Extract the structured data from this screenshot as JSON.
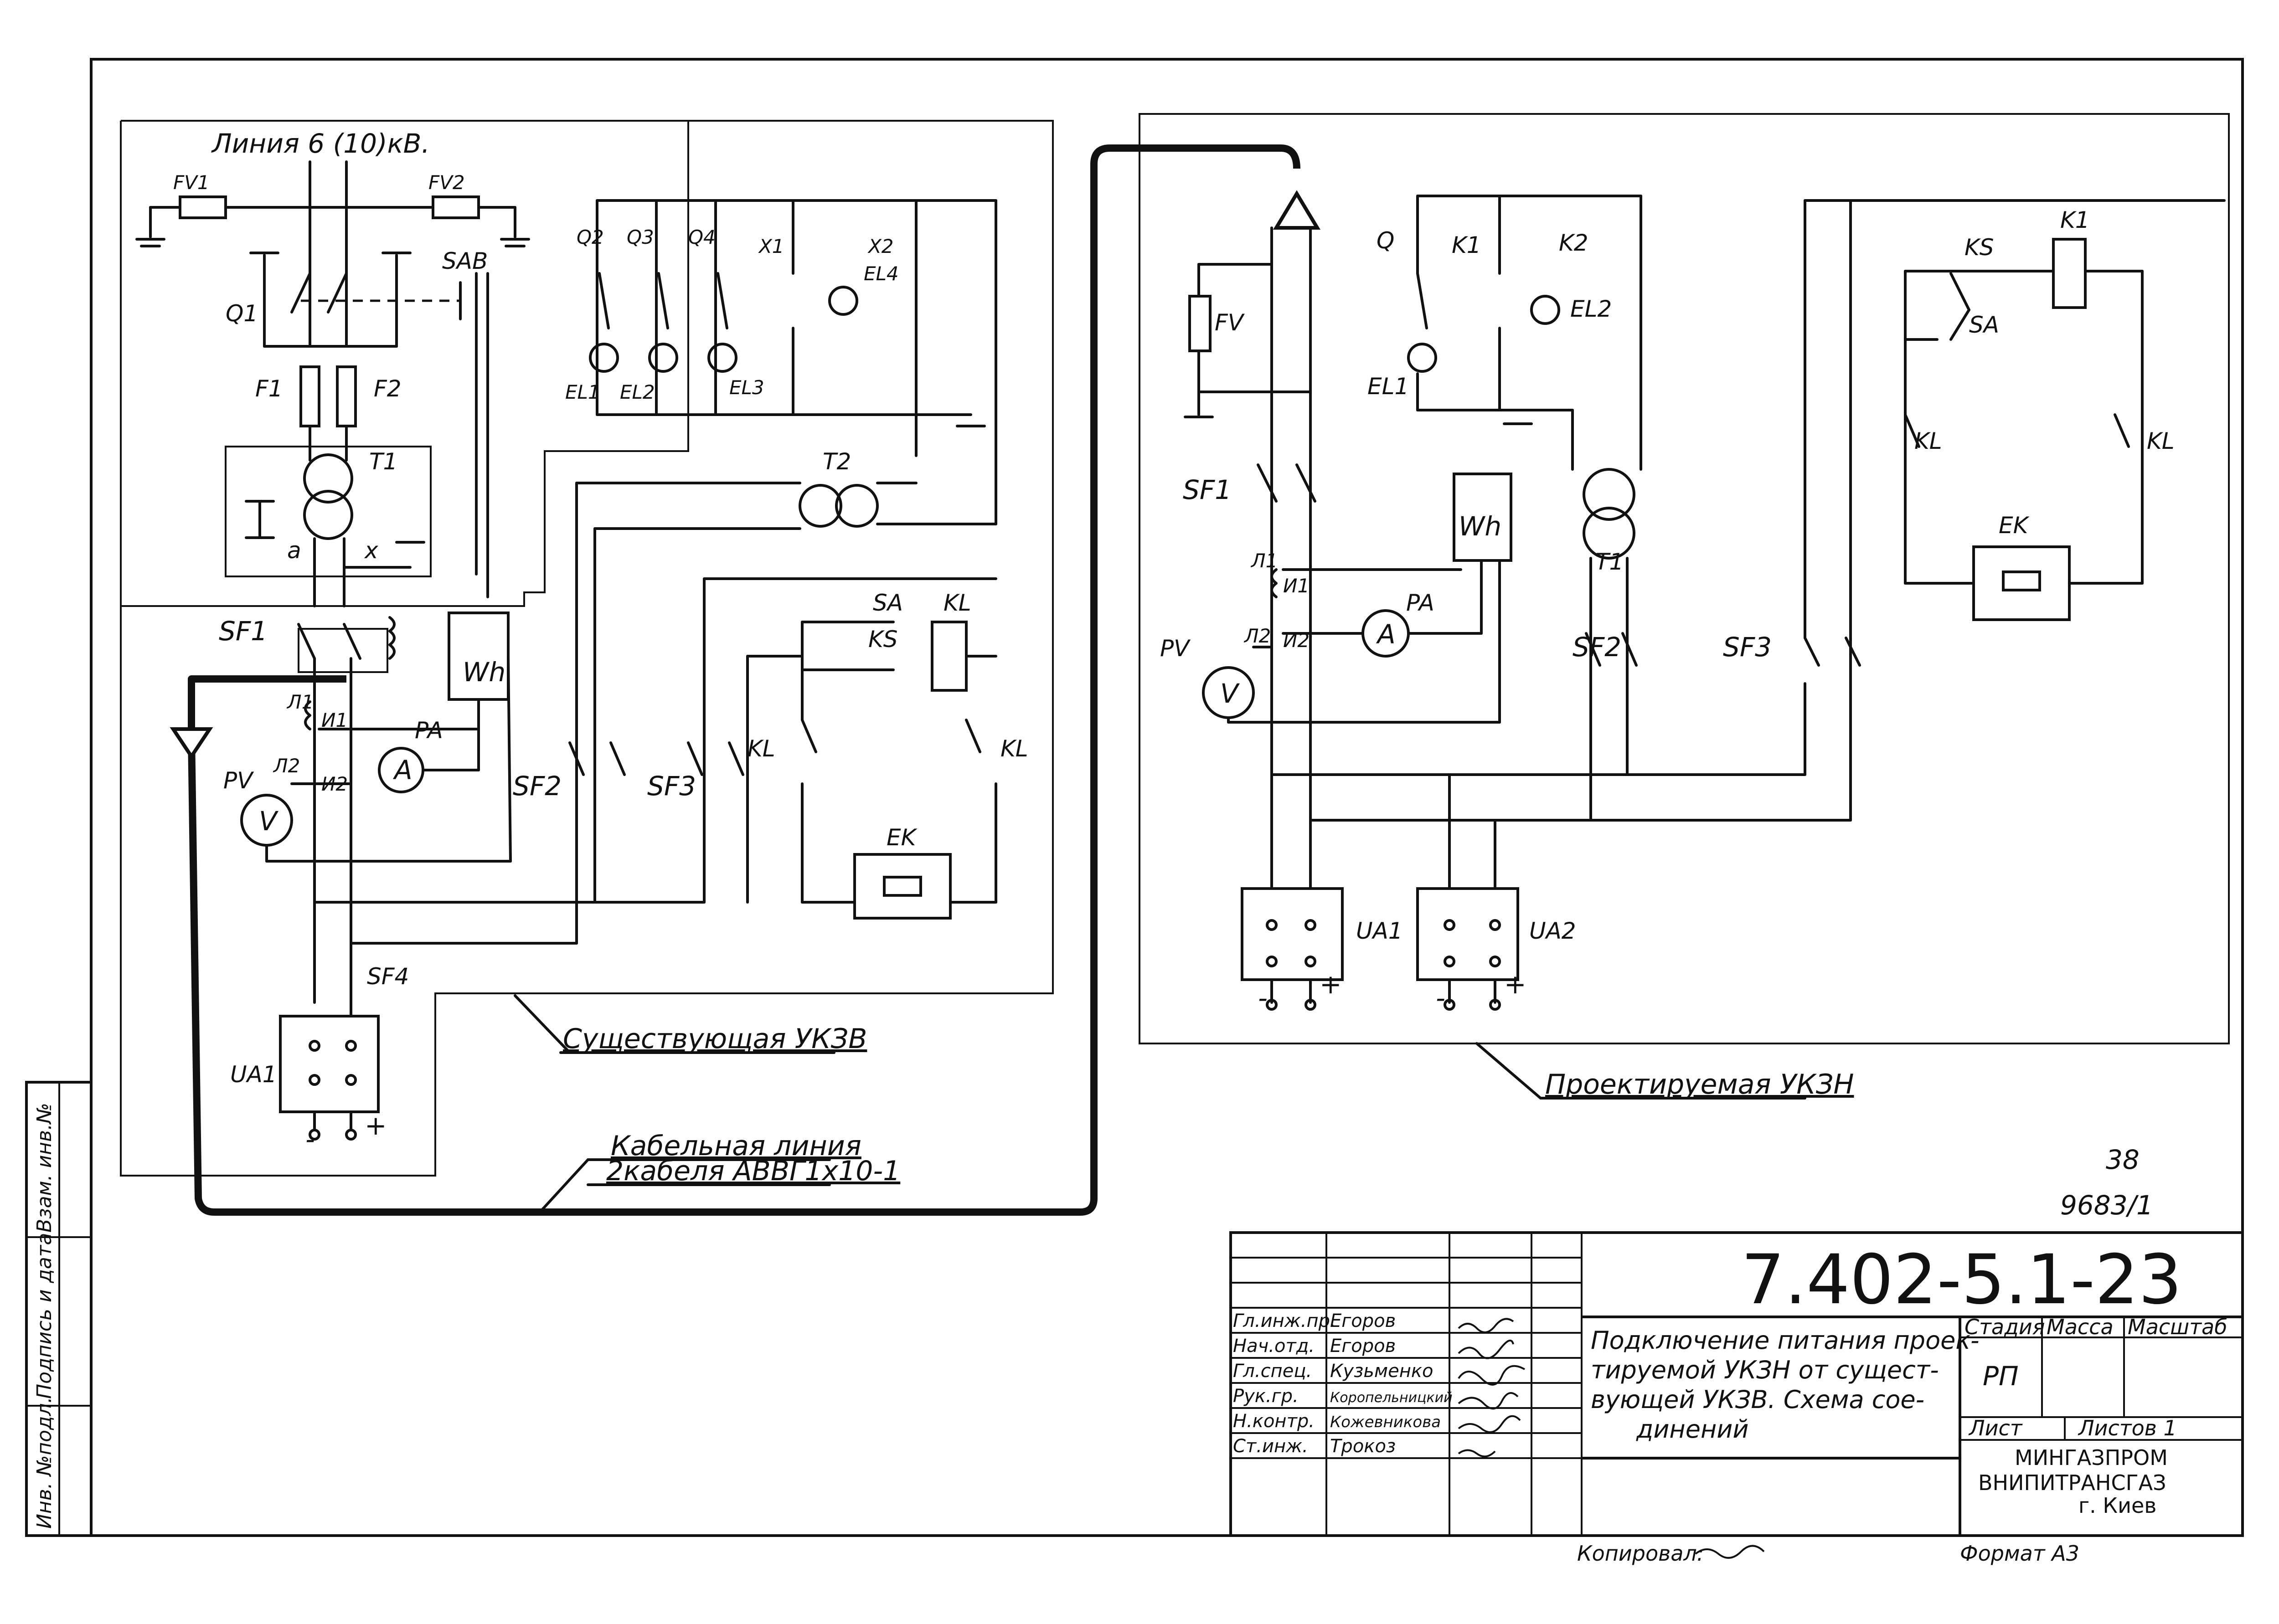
{
  "labels": {
    "line_title": "Линия 6 (10)кВ.",
    "FV1": "FV1",
    "FV2": "FV2",
    "SAB": "SAB",
    "Q1": "Q1",
    "F1": "F1",
    "F2": "F2",
    "T1": "T1",
    "a": "a",
    "x": "x",
    "Q2": "Q2",
    "Q3": "Q3",
    "Q4": "Q4",
    "X1": "X1",
    "X2": "X2",
    "EL1": "EL1",
    "EL2": "EL2",
    "EL3": "EL3",
    "EL4": "EL4",
    "T2": "T2",
    "SF1": "SF1",
    "SF2": "SF2",
    "SF3": "SF3",
    "SF4": "SF4",
    "Wh": "Wh",
    "A": "A",
    "V": "V",
    "PA": "PA",
    "PV": "PV",
    "L1": "Л1",
    "L2": "Л2",
    "U1": "И1",
    "U2": "И2",
    "SA": "SA",
    "KS": "KS",
    "KL": "KL",
    "EK": "EK",
    "UA1": "UA1",
    "UA2": "UA2",
    "minus": "-",
    "plus": "+",
    "r_FV": "FV",
    "r_Q": "Q",
    "r_K1": "K1",
    "r_K2": "K2",
    "r_EL1": "EL1",
    "r_EL2": "EL2",
    "r_T1": "T1",
    "r_SF1": "SF1",
    "r_SF2": "SF2",
    "r_SF3": "SF3",
    "r_KS": "KS",
    "r_SA": "SA",
    "r_K1b": "K1",
    "r_KL": "KL",
    "r_EK": "EK",
    "r_Wh": "Wh",
    "r_PA": "PA",
    "r_PV": "PV"
  },
  "captions": {
    "existing": "Существующая УКЗВ",
    "cable_line": "Кабельная линия",
    "cable_spec": "2кабеля АВВГ1х10-1",
    "projected": "Проектируемая УКЗН"
  },
  "sheet_number": "38",
  "inventory_number": "9683/1",
  "title_block": {
    "doc_code": "7.402-5.1-23",
    "description": [
      "Подключение питания проек-",
      "тируемой УКЗН от сущест-",
      "вующей УКЗВ. Схема сое-",
      "динений"
    ],
    "stage_label": "Стадия",
    "mass_label": "Масса",
    "scale_label": "Масштаб",
    "stage_value": "РП",
    "sheet_label": "Лист",
    "sheets_label": "Листов 1",
    "org": [
      "МИНГАЗПРОМ",
      "ВНИПИТРАНСГАЗ",
      "г. Киев"
    ],
    "staff": [
      {
        "role": "Гл.инж.пр.",
        "name": "Егоров"
      },
      {
        "role": "Нач.отд.",
        "name": "Егоров"
      },
      {
        "role": "Гл.спец.",
        "name": "Кузьменко"
      },
      {
        "role": "Рук.гр.",
        "name": "Коропельницкий"
      },
      {
        "role": "Н.контр.",
        "name": "Кожевникова"
      },
      {
        "role": "Ст.инж.",
        "name": "Трокоз"
      }
    ]
  },
  "footer": {
    "copied": "Копировал:",
    "format": "Формат А3"
  },
  "side_stamps": [
    "Инв. №подл.",
    "Подпись и дата",
    "Взам. инв.№"
  ]
}
